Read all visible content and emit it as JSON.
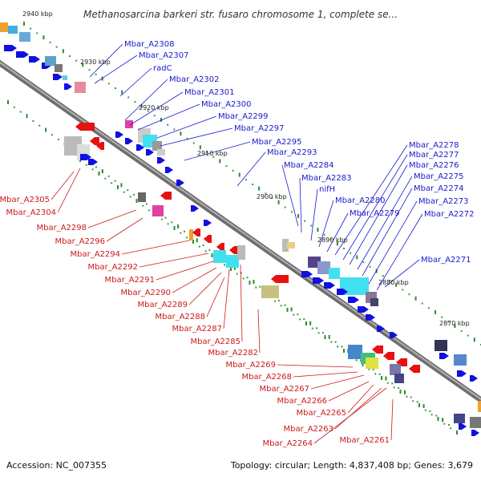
{
  "title": "Methanosarcina barkeri str. fusaro chromosome 1, complete se...",
  "colors": {
    "forward": "#1010e0",
    "reverse": "#e81010",
    "fwd_label_line": "#1a1acc",
    "rev_label_line": "#cc1a1a",
    "backbone": "#8a8a8a",
    "tick": "#2e8b2e"
  },
  "kbp_ticks": [
    "2940 kbp",
    "2930 kbp",
    "2920 kbp",
    "2910 kbp",
    "2900 kbp",
    "2890 kbp",
    "2880 kbp",
    "2870 kbp"
  ],
  "forward_labels": [
    "Mbar_A2308",
    "Mbar_A2307",
    "radC",
    "Mbar_A2302",
    "Mbar_A2301",
    "Mbar_A2300",
    "Mbar_A2299",
    "Mbar_A2297",
    "Mbar_A2295",
    "Mbar_A2293",
    "Mbar_A2284",
    "Mbar_A2283",
    "nifH",
    "Mbar_A2280",
    "Mbar_A2279",
    "Mbar_A2278",
    "Mbar_A2277",
    "Mbar_A2276",
    "Mbar_A2275",
    "Mbar_A2274",
    "Mbar_A2273",
    "Mbar_A2272",
    "Mbar_A2271"
  ],
  "reverse_labels": [
    "Mbar_A2305",
    "Mbar_A2304",
    "Mbar_A2298",
    "Mbar_A2296",
    "Mbar_A2294",
    "Mbar_A2292",
    "Mbar_A2291",
    "Mbar_A2290",
    "Mbar_A2289",
    "Mbar_A2288",
    "Mbar_A2287",
    "Mbar_A2285",
    "Mbar_A2282",
    "Mbar_A2269",
    "Mbar_A2268",
    "Mbar_A2267",
    "Mbar_A2266",
    "Mbar_A2265",
    "Mbar_A2263",
    "Mbar_A2264",
    "Mbar_A2261"
  ],
  "footer": {
    "accession": "Accession: NC_007355",
    "stats": "Topology: circular; Length: 4,837,408 bp; Genes: 3,679"
  }
}
